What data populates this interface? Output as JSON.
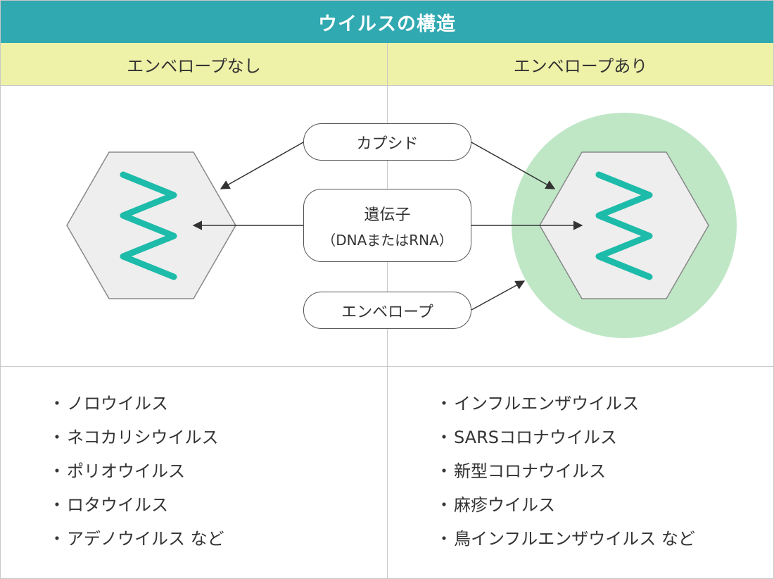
{
  "title": "ウイルスの構造",
  "columns": {
    "left_header": "エンベロープなし",
    "right_header": "エンベロープあり"
  },
  "labels": {
    "capsid": "カプシド",
    "gene": "遺伝子",
    "gene_sub": "（DNAまたはRNA）",
    "envelope": "エンベロープ"
  },
  "left_list": [
    "ノロウイルス",
    "ネコカリシウイルス",
    "ポリオウイルス",
    "ロタウイルス",
    "アデノウイルス など"
  ],
  "right_list": [
    "インフルエンザウイルス",
    "SARSコロナウイルス",
    "新型コロナウイルス",
    "麻疹ウイルス",
    "鳥インフルエンザウイルス など"
  ],
  "colors": {
    "title_bg": "#31a9b1",
    "header_bg": "#eef2a8",
    "capsid_fill": "#eeeeee",
    "gene_stroke": "#1dbba9",
    "envelope_fill": "#bfe7c6"
  }
}
